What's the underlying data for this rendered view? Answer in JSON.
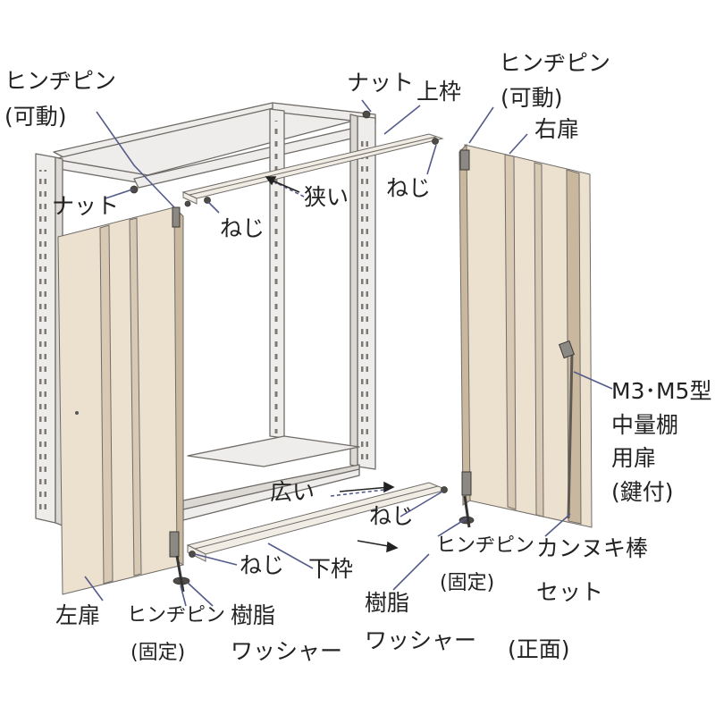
{
  "colors": {
    "frame": "#efedeb",
    "frame_stroke": "#6f6c68",
    "door_light": "#ece0cf",
    "door_dark": "#d8c9b4",
    "door_shade": "#c9b79e",
    "bar": "#f1ece4",
    "leader": "#555b8a",
    "text": "#222222"
  },
  "labels": {
    "hinge_pin_movable_top_left": "ヒンヂピン",
    "movable_top_left": "(可動)",
    "nut_top": "ナット",
    "upper_frame": "上枠",
    "hinge_pin_movable_top_right": "ヒンヂピン",
    "movable_top_right": "(可動)",
    "right_door": "右扉",
    "nut_left": "ナット",
    "screw_top_left": "ねじ",
    "narrow": "狭い",
    "screw_top_right": "ねじ",
    "model_note_line1": "M3･M5型",
    "model_note_line2": "中量棚",
    "model_note_line3": "用扉",
    "model_note_line4": "(鍵付)",
    "wide": "広い",
    "screw_bottom_right": "ねじ",
    "hinge_pin_fixed_bottom_right": "ヒンヂピン",
    "fixed_bottom_right": "(固定)",
    "latch_bar_set_line1": "カンヌキ棒",
    "latch_bar_set_line2": "セット",
    "screw_bottom_left": "ねじ",
    "lower_frame": "下枠",
    "resin_washer_center_line1": "樹脂",
    "resin_washer_center_line2": "ワッシャー",
    "left_door": "左扉",
    "hinge_pin_fixed_bottom_left": "ヒンヂピン",
    "fixed_bottom_left": "(固定)",
    "resin_washer_left_line1": "樹脂",
    "resin_washer_left_line2": "ワッシャー",
    "front_view": "(正面)"
  }
}
